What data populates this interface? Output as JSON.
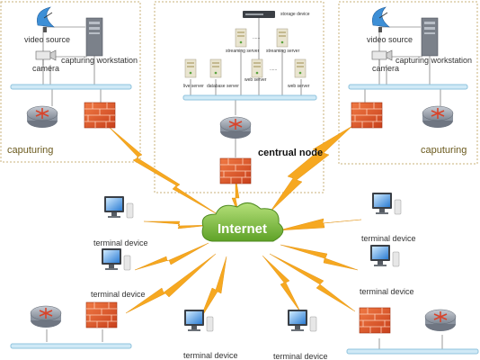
{
  "labels": {
    "video_source": "video source",
    "capturing_workstation": "capturing workstation",
    "camera": "camera",
    "caputuring": "caputuring",
    "storage_device": "storage device",
    "streaming_server": "streaming server",
    "dots": "......",
    "live_server": "live server",
    "database_server": "database server",
    "web_server": "web server",
    "centrual_node": "centrual node",
    "internet": "Internet",
    "terminal_device": "terminal device"
  },
  "icons": [
    "satellite-dish-icon",
    "workstation-tower-icon",
    "camera-icon",
    "router-icon",
    "firewall-icon",
    "server-icon",
    "storage-device-icon",
    "monitor-icon",
    "cloud-icon",
    "lightning-bolt-icon"
  ],
  "colors": {
    "bus": "#cfe9f6",
    "firewall": "#e2572a",
    "router": "#9aa3b0",
    "cloud": "#8cc63f",
    "bolt": "#f6a821",
    "border": "#c9b27a"
  }
}
